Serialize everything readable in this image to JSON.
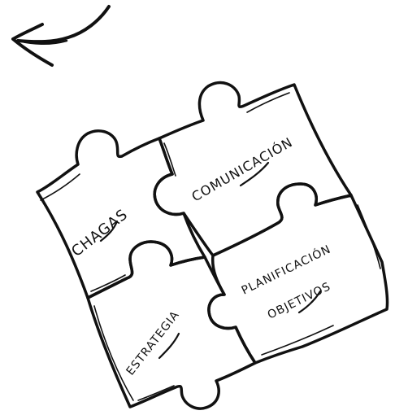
{
  "pieces": {
    "top_left": {
      "label": "CHAGAS"
    },
    "top_right": {
      "label": "COMUNICACIÓN"
    },
    "bottom_left": {
      "label": "ESTRATEGIA"
    },
    "bottom_right": {
      "line1": "PLANIFICACIÓN",
      "line2": "OBJETIVOS"
    }
  },
  "back_arrow": {
    "icon": "back-arrow-icon"
  },
  "colors": {
    "ink": "#111111",
    "background": "#ffffff"
  }
}
